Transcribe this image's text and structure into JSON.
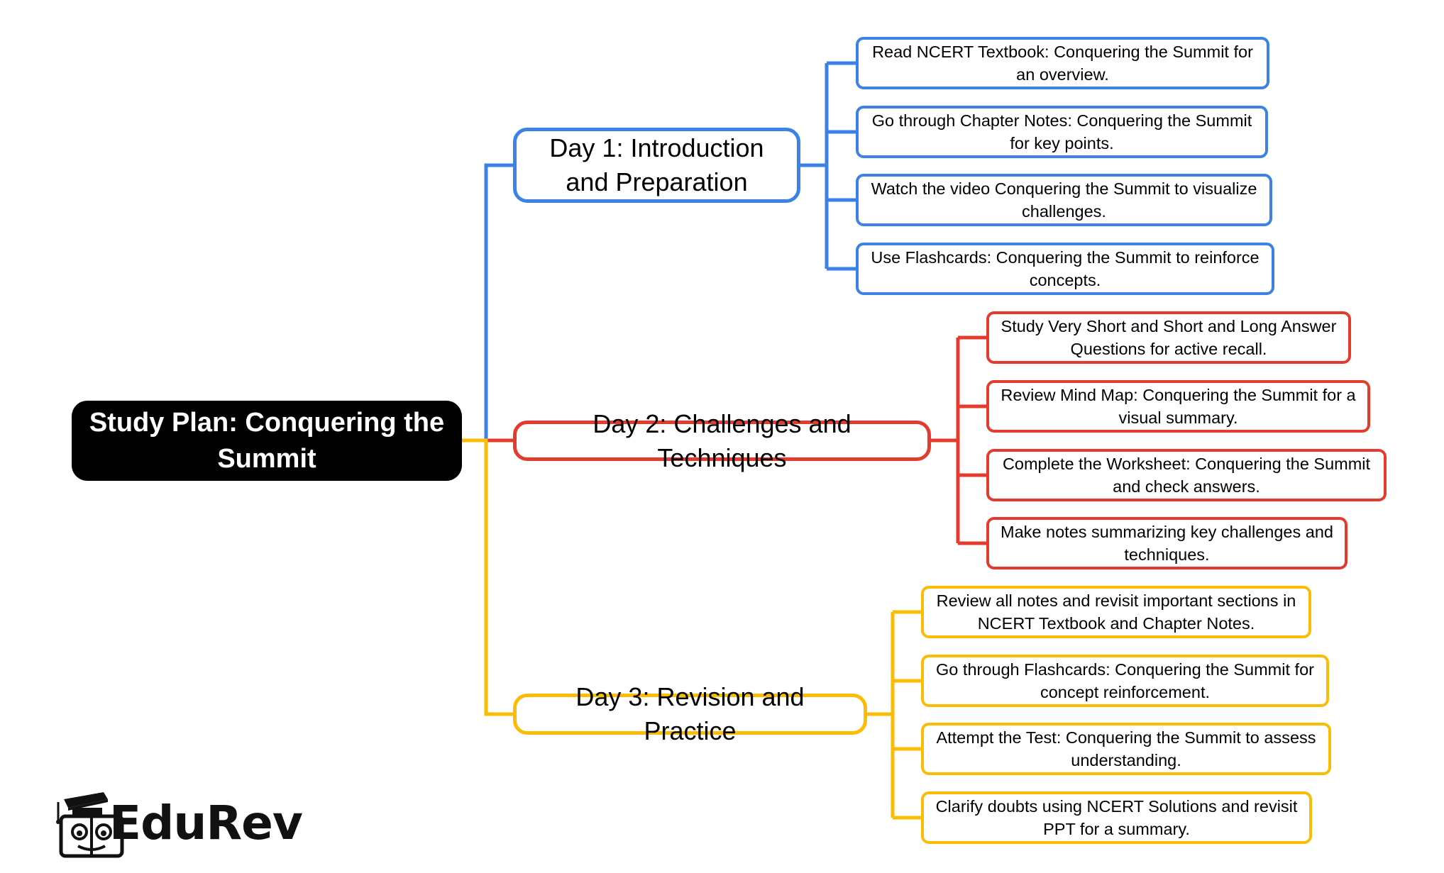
{
  "root": {
    "label": "Study Plan: Conquering the Summit"
  },
  "colors": {
    "day1": "#3c82e6",
    "day2": "#e53b2e",
    "day3": "#fbbc05",
    "root_bg": "#000000"
  },
  "days": [
    {
      "label": "Day 1: Introduction and Preparation",
      "items": [
        "Read NCERT Textbook: Conquering the Summit for an overview.",
        "Go through Chapter Notes: Conquering the Summit for key points.",
        "Watch the video Conquering the Summit to visualize challenges.",
        "Use Flashcards: Conquering the Summit to reinforce concepts."
      ]
    },
    {
      "label": "Day 2: Challenges and Techniques",
      "items": [
        "Study Very Short and Short and Long Answer Questions for active recall.",
        "Review Mind Map: Conquering the Summit for a visual summary.",
        "Complete the Worksheet: Conquering the Summit and check answers.",
        "Make notes summarizing key challenges and techniques."
      ]
    },
    {
      "label": "Day 3: Revision and Practice",
      "items": [
        "Review all notes and revisit important sections in NCERT Textbook and Chapter Notes.",
        "Go through Flashcards: Conquering the Summit for concept reinforcement.",
        "Attempt the Test: Conquering the Summit to assess understanding.",
        "Clarify doubts using NCERT Solutions and revisit PPT for a summary."
      ]
    }
  ],
  "logo": {
    "text": "EduRev"
  }
}
